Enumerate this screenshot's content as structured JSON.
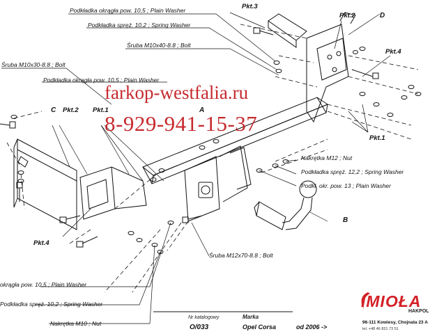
{
  "labels": {
    "washer_105_top": "Podkładka okrągła pow. 10,5 ; Plain Washer",
    "spring_102_top": "Podkładka spręż. 10,2 ; Spring Washer",
    "bolt_m10x40": "Śruba M10x40-8.8   ;  Bolt",
    "bolt_m10x30": "Śruba M10x30-8.8   ;  Bolt",
    "washer_105_left": "Podkładka okrągła pow. 10,5 ; Plain Washer",
    "nut_m12": "Nakrętka  M12 ; Nut",
    "spring_122": "Podkładka spręż. 12,2 ; Spring Washer",
    "washer_13": "Podkł. okr. pow. 13 ; Plain Washer",
    "bolt_m12x70": "Śruba M12x70-8.8   ;  Bolt",
    "washer_105_bottom": "okrągła pow. 10,5 ; Plain Washer",
    "spring_102_bottom": "Podkładka spręż. 10,2 ; Spring Washer",
    "nut_m10": "Nakrętka  M10 ; Nut"
  },
  "points": {
    "pkt3": "Pkt.3",
    "pkt2_right": "Pkt.2",
    "pkt4_right": "Pkt.4",
    "pkt1_right": "Pkt.1",
    "pkt2_left": "Pkt.2",
    "pkt1_left": "Pkt.1",
    "pkt4_left": "Pkt.4"
  },
  "letters": {
    "a": "A",
    "b": "B",
    "c": "C",
    "d": "D"
  },
  "watermark": {
    "site": "farkop-westfalia.ru",
    "phone": "8-929-941-15-37"
  },
  "footer": {
    "catalog_header": "Nr katalogowy",
    "catalog_value": "O/033",
    "make_header": "Marka",
    "make_value": "Opel Corsa",
    "year_value": "od 2006 ->"
  },
  "company": {
    "name": "IMIOŁA",
    "subtitle": "HAKPOL",
    "address": "96-111 Kowiesy, Chojnata 23 A",
    "phone": "tel. +48 46 831 73 51"
  },
  "colors": {
    "watermark": "#c2181c",
    "logo": "#d42027",
    "line": "#111111"
  }
}
